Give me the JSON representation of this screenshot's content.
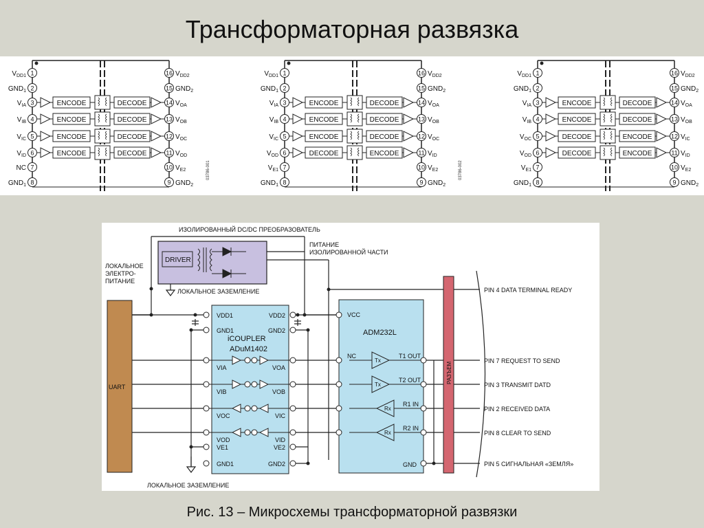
{
  "title": "Трансформаторная развязка",
  "caption": "Рис. 13 – Микросхемы трансформаторной развязки",
  "colors": {
    "chip_fill": "#b9e0ef",
    "dcdc_fill": "#c8c0e0",
    "uart_fill": "#c08a50",
    "connector_fill": "#d46670"
  },
  "chips": [
    {
      "figure_code": "03786-001",
      "left_pins": [
        {
          "num": "1",
          "label": "VDD1"
        },
        {
          "num": "2",
          "label": "GND1"
        },
        {
          "num": "3",
          "label": "VIA"
        },
        {
          "num": "4",
          "label": "VIB"
        },
        {
          "num": "5",
          "label": "VIC"
        },
        {
          "num": "6",
          "label": "VID"
        },
        {
          "num": "7",
          "label": "NC"
        },
        {
          "num": "8",
          "label": "GND1"
        }
      ],
      "right_pins": [
        {
          "num": "16",
          "label": "VDD2"
        },
        {
          "num": "15",
          "label": "GND2"
        },
        {
          "num": "14",
          "label": "VOA"
        },
        {
          "num": "13",
          "label": "VOB"
        },
        {
          "num": "12",
          "label": "VOC"
        },
        {
          "num": "11",
          "label": "VOD"
        },
        {
          "num": "10",
          "label": "VE2"
        },
        {
          "num": "9",
          "label": "GND2"
        }
      ],
      "channels": [
        {
          "left": "ENCODE",
          "right": "DECODE"
        },
        {
          "left": "ENCODE",
          "right": "DECODE"
        },
        {
          "left": "ENCODE",
          "right": "DECODE"
        },
        {
          "left": "ENCODE",
          "right": "DECODE"
        }
      ]
    },
    {
      "figure_code": "03786-002",
      "left_pins": [
        {
          "num": "1",
          "label": "VDD1"
        },
        {
          "num": "2",
          "label": "GND1"
        },
        {
          "num": "3",
          "label": "VIA"
        },
        {
          "num": "4",
          "label": "VIB"
        },
        {
          "num": "5",
          "label": "VIC"
        },
        {
          "num": "6",
          "label": "VOD"
        },
        {
          "num": "7",
          "label": "VE1"
        },
        {
          "num": "8",
          "label": "GND1"
        }
      ],
      "right_pins": [
        {
          "num": "16",
          "label": "VDD2"
        },
        {
          "num": "15",
          "label": "GND2"
        },
        {
          "num": "14",
          "label": "VOA"
        },
        {
          "num": "13",
          "label": "VOB"
        },
        {
          "num": "12",
          "label": "VOC"
        },
        {
          "num": "11",
          "label": "VID"
        },
        {
          "num": "10",
          "label": "VE2"
        },
        {
          "num": "9",
          "label": "GND2"
        }
      ],
      "channels": [
        {
          "left": "ENCODE",
          "right": "DECODE"
        },
        {
          "left": "ENCODE",
          "right": "DECODE"
        },
        {
          "left": "ENCODE",
          "right": "DECODE"
        },
        {
          "left": "DECODE",
          "right": "ENCODE"
        }
      ]
    },
    {
      "figure_code": "",
      "left_pins": [
        {
          "num": "1",
          "label": "VDD1"
        },
        {
          "num": "2",
          "label": "GND1"
        },
        {
          "num": "3",
          "label": "VIA"
        },
        {
          "num": "4",
          "label": "VIB"
        },
        {
          "num": "5",
          "label": "VOC"
        },
        {
          "num": "6",
          "label": "VOD"
        },
        {
          "num": "7",
          "label": "VE1"
        },
        {
          "num": "8",
          "label": "GND1"
        }
      ],
      "right_pins": [
        {
          "num": "16",
          "label": "VDD2"
        },
        {
          "num": "15",
          "label": "GND2"
        },
        {
          "num": "14",
          "label": "VOA"
        },
        {
          "num": "13",
          "label": "VOB"
        },
        {
          "num": "12",
          "label": "VIC"
        },
        {
          "num": "11",
          "label": "VID"
        },
        {
          "num": "10",
          "label": "VE2"
        },
        {
          "num": "9",
          "label": "GND2"
        }
      ],
      "channels": [
        {
          "left": "ENCODE",
          "right": "DECODE"
        },
        {
          "left": "ENCODE",
          "right": "DECODE"
        },
        {
          "left": "DECODE",
          "right": "ENCODE"
        },
        {
          "left": "DECODE",
          "right": "ENCODE"
        }
      ]
    }
  ],
  "circuit": {
    "dcdc_label": "ИЗОЛИРОВАННЫЙ DC/DC ПРЕОБРАЗОВАТЕЛЬ",
    "driver_label": "DRIVER",
    "local_power_label": [
      "ЛОКАЛЬНОЕ",
      "ЭЛЕКТРО-",
      "ПИТАНИЕ"
    ],
    "isolated_power_label": [
      "ПИТАНИЕ",
      "ИЗОЛИРОВАННОЙ ЧАСТИ"
    ],
    "local_ground_top": "ЛОКАЛЬНОЕ ЗАЗЕМЛЕНИЕ",
    "local_ground_bottom": "ЛОКАЛЬНОЕ ЗАЗЕМЛЕНИЕ",
    "uart_label": "UART",
    "icoupler_title": [
      "iCOUPLER",
      "ADuM1402"
    ],
    "icoupler_left_pins": [
      "VDD1",
      "GND1",
      "VIA",
      "VIB",
      "VOC",
      "VOD",
      "VE1",
      "GND1"
    ],
    "icoupler_right_pins": [
      "VDD2",
      "GND2",
      "VOA",
      "VOB",
      "VIC",
      "VID",
      "VE2",
      "GND2"
    ],
    "adm_title": "ADM232L",
    "adm_pins": {
      "vcc": "VCC",
      "nc": "NC",
      "t1": "T1 OUT",
      "t2": "T2 OUT",
      "r1": "R1 IN",
      "r2": "R2 IN",
      "gnd": "GND",
      "tx": "Tx",
      "rx": "Rx"
    },
    "connector_label": "РАЗЪЕМ",
    "pins_out": [
      "PIN 4 DATA TERMINAL READY",
      "PIN 7 REQUEST TO SEND",
      "PIN 3 TRANSMIT DATD",
      "PIN 2 RECEIVED DATA",
      "PIN 8 CLEAR TO SEND",
      "PIN 5 СИГНАЛЬНАЯ «ЗЕМЛЯ»"
    ]
  }
}
